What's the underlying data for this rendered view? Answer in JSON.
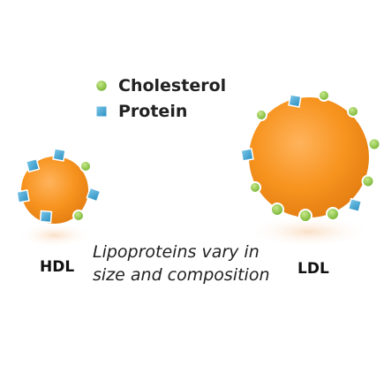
{
  "legend": {
    "cholesterol": {
      "label": "Cholesterol",
      "color": "#8dc63f",
      "icon": "green-dot-icon"
    },
    "protein": {
      "label": "Protein",
      "color": "#3ba3d0",
      "icon": "blue-square-icon"
    }
  },
  "particles": {
    "hdl": {
      "label": "HDL",
      "color": "#f7931e"
    },
    "ldl": {
      "label": "LDL",
      "color": "#f7931e"
    }
  },
  "caption": {
    "line1": "Lipoproteins vary in",
    "line2": "size and composition"
  }
}
